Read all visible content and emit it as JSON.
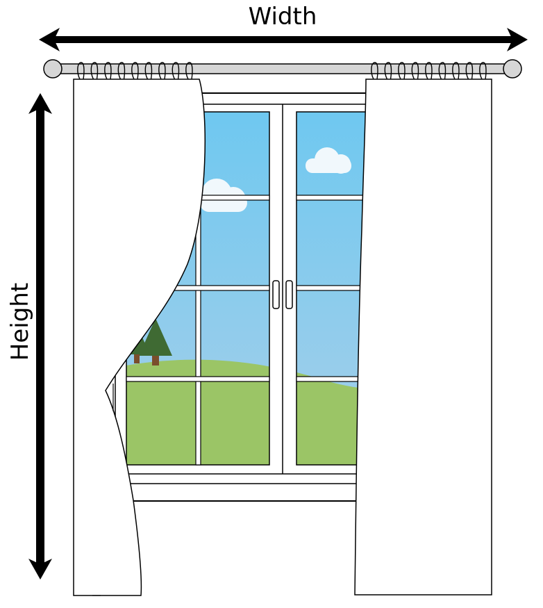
{
  "labels": {
    "width": "Width",
    "height": "Height"
  },
  "colors": {
    "sky_top": "#6ec8f0",
    "sky_bottom": "#a7cfe9",
    "grass": "#9bc566",
    "tree": "#3f6a33",
    "trunk": "#7a4e2c",
    "cloud": "#f1f8fc",
    "rod": "#d6d6d6",
    "outline": "#000000",
    "curtain": "#ffffff"
  },
  "icons": {
    "width_arrow": "double-headed-horizontal-arrow",
    "height_arrow": "double-headed-vertical-arrow"
  }
}
